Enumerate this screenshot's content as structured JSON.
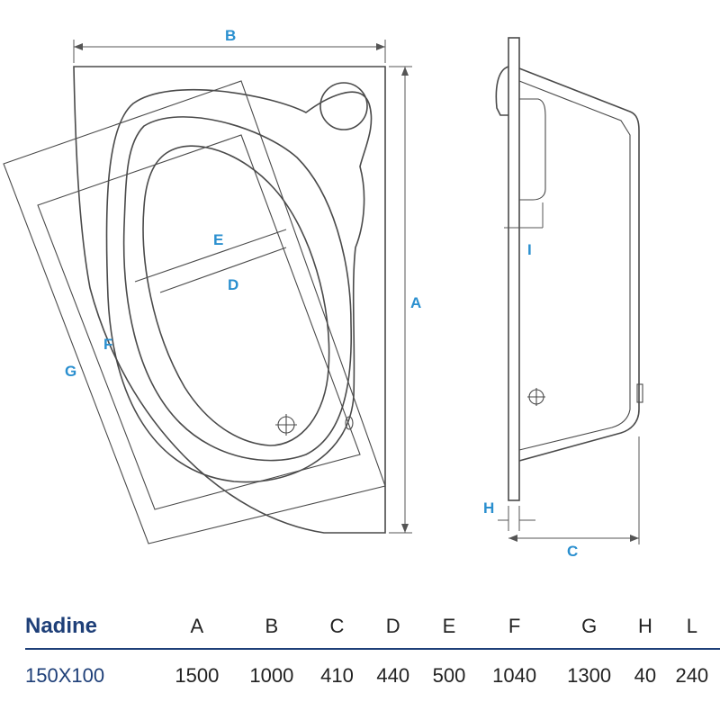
{
  "drawing": {
    "labels": {
      "A": "A",
      "B": "B",
      "C": "C",
      "D": "D",
      "E": "E",
      "F": "F",
      "G": "G",
      "H": "H",
      "I": "I"
    }
  },
  "table": {
    "model": "Nadine",
    "columns": [
      "A",
      "B",
      "C",
      "D",
      "E",
      "F",
      "G",
      "H",
      "L"
    ],
    "row": {
      "size": "150X100",
      "values": [
        "1500",
        "1000",
        "410",
        "440",
        "500",
        "1040",
        "1300",
        "40",
        "240"
      ]
    }
  },
  "colors": {
    "label": "#2a8fcf",
    "line": "#4a4a4a",
    "table_title": "#1e3f78"
  }
}
